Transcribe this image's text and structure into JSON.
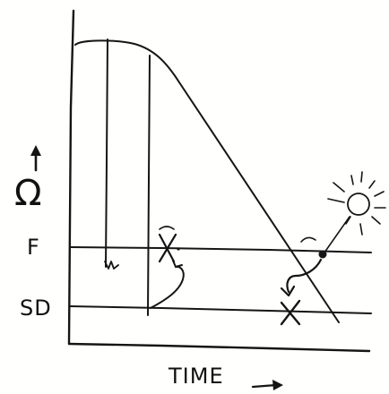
{
  "diagram": {
    "y_axis_symbol": "Ω",
    "x_axis_label": "TIME",
    "level_labels": {
      "upper": "F",
      "lower": "SD"
    },
    "ink_color": "#151515",
    "icons": [
      "up-arrow-icon",
      "right-arrow-icon",
      "sun-icon",
      "x-mark-icon",
      "curved-arrow-icon"
    ]
  }
}
